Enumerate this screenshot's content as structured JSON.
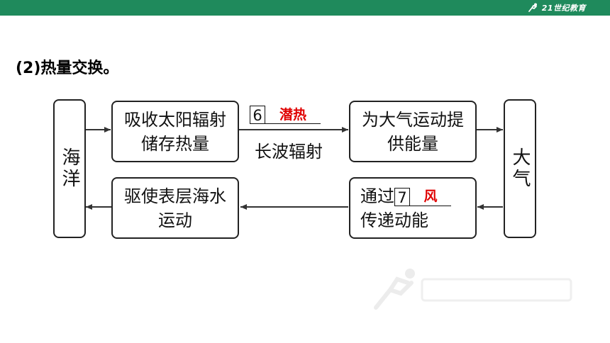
{
  "header": {
    "logo_text": "21世纪教育"
  },
  "heading": "(2)热量交换。",
  "boxes": {
    "ocean": "海洋",
    "absorb": "吸收太阳辐射储存热量",
    "supply": "为大气运动提供能量",
    "atmosphere": "大气",
    "drive": "驱使表层海水运动",
    "transfer_prefix": "通过",
    "transfer_suffix": "传递动能"
  },
  "blanks": {
    "b6": {
      "number": "6",
      "answer": "潜热"
    },
    "b7": {
      "number": "7",
      "answer": "风"
    }
  },
  "arrow_label_longwave": "长波辐射",
  "colors": {
    "answer": "#e00000",
    "topbar": "#1f8a5c"
  }
}
